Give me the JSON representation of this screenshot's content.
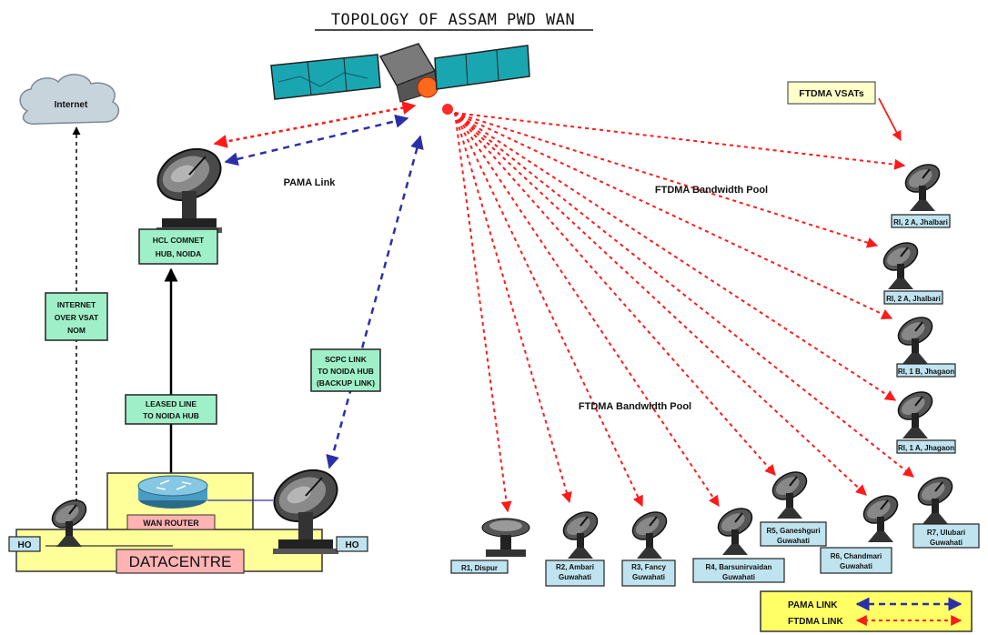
{
  "title": "TOPOLOGY OF ASSAM PWD WAN",
  "cloud_label": "Internet",
  "pama_label": "PAMA Link",
  "ftdma_pool_top": "FTDMA Bandwidth Pool",
  "ftdma_pool_mid": "FTDMA Bandwidth Pool",
  "ftdma_vsats": "FTDMA VSATs",
  "hub_box": [
    "HCL COMNET",
    "HUB, NOIDA"
  ],
  "internet_box": [
    "INTERNET",
    "OVER VSAT",
    "NOM"
  ],
  "leased_box": [
    "LEASED LINE",
    "TO NOIDA HUB"
  ],
  "scpc_box": [
    "SCPC LINK",
    "TO NOIDA HUB",
    "(BACKUP LINK)"
  ],
  "wan_router": "WAN ROUTER",
  "datacentre": "DATACENTRE",
  "ho_left": "HO",
  "ho_right": "HO",
  "sites_right": [
    "RI, 2 A, Jhalbari",
    "RI, 2 A, Jhalbari",
    "RI, 1 B, Jhagaon",
    "RI, 1 A, Jhagaon",
    "R7, Ulubari Guwahati"
  ],
  "sites_bottom": [
    "R1, Dispur",
    "R2, Ambari Guwahati",
    "R3, Fancy Guwahati",
    "R4, Barsunirvaidan Guwahati",
    "R5, Ganeshguri Guwahati",
    "R6, Chandmari Guwahati"
  ],
  "legend": {
    "pama": "PAMA LINK",
    "ftdma": "FTDMA LINK"
  },
  "colors": {
    "pama": "#2a2fa8",
    "ftdma": "#ff1a1a",
    "green_box": "#9ff0c8",
    "blue_box": "#bfe3ef",
    "yellow_box": "#ffffc8",
    "datacentre_bg": "#ffff99",
    "datacentre_label_bg": "#ffb3b3"
  }
}
